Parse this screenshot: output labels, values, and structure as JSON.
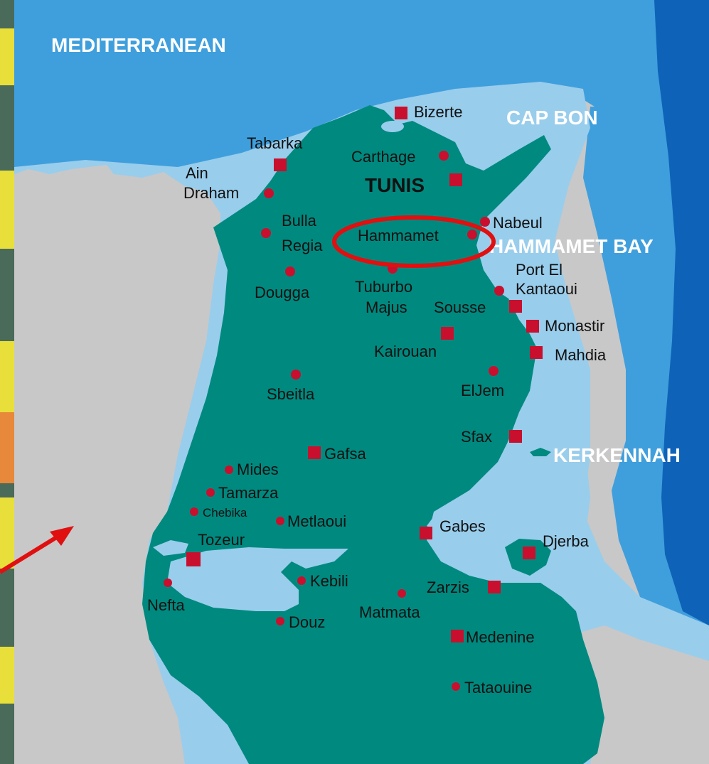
{
  "regions": {
    "sea_title": "MEDITERRANEAN",
    "cap_bon": "CAP BON",
    "hammamet_bay": "HAMMAMET BAY",
    "kerkennah": "KERKENNAH"
  },
  "cities": {
    "bizerte": "Bizerte",
    "tabarka": "Tabarka",
    "carthage": "Carthage",
    "tunis": "TUNIS",
    "ain": "Ain",
    "draham": "Draham",
    "bulla": "Bulla",
    "regia": "Regia",
    "hammamet": "Hammamet",
    "nabeul": "Nabeul",
    "port_el": "Port El",
    "kantaoui": "Kantaoui",
    "dougga": "Dougga",
    "tuburbo": "Tuburbo",
    "majus": "Majus",
    "sousse": "Sousse",
    "monastir": "Monastir",
    "kairouan": "Kairouan",
    "mahdia": "Mahdia",
    "sbeitla": "Sbeitla",
    "eljem": "ElJem",
    "sfax": "Sfax",
    "gafsa": "Gafsa",
    "mides": "Mides",
    "tamarza": "Tamarza",
    "chebika": "Chebika",
    "metlaoui": "Metlaoui",
    "tozeur": "Tozeur",
    "gabes": "Gabes",
    "djerba": "Djerba",
    "nefta": "Nefta",
    "kebili": "Kebili",
    "zarzis": "Zarzis",
    "matmata": "Matmata",
    "douz": "Douz",
    "medenine": "Medenine",
    "tataouine": "Tataouine"
  },
  "highlight": "Hammamet",
  "colors": {
    "land": "#00897f",
    "deep_sea": "#3f9fdd",
    "shallow_sea": "#99cdec",
    "ocean_edge": "#0e63b8",
    "neighbor_land": "#c8c8c8",
    "marker": "#c8102e",
    "circle": "#e01010",
    "arrow": "#e01010"
  }
}
